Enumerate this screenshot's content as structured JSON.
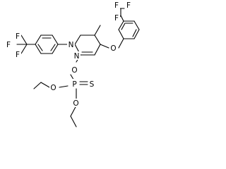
{
  "molecule": {
    "atoms": [
      {
        "id": "F1",
        "label": "F"
      },
      {
        "id": "F2",
        "label": "F"
      },
      {
        "id": "F3",
        "label": "F"
      },
      {
        "id": "F4",
        "label": "F"
      },
      {
        "id": "F5",
        "label": "F"
      },
      {
        "id": "F6",
        "label": "F"
      },
      {
        "id": "N_upper",
        "label": "N"
      },
      {
        "id": "N_lower",
        "label": "N"
      },
      {
        "id": "O_aryl",
        "label": "O"
      },
      {
        "id": "O_phosphate",
        "label": "O"
      },
      {
        "id": "O_ethoxy_left",
        "label": "O"
      },
      {
        "id": "O_ethoxy_right",
        "label": "O"
      },
      {
        "id": "P",
        "label": "P"
      },
      {
        "id": "S",
        "label": "S"
      }
    ],
    "colors": {
      "bond": "#000000",
      "label": "#000000",
      "background": "#ffffff"
    }
  }
}
